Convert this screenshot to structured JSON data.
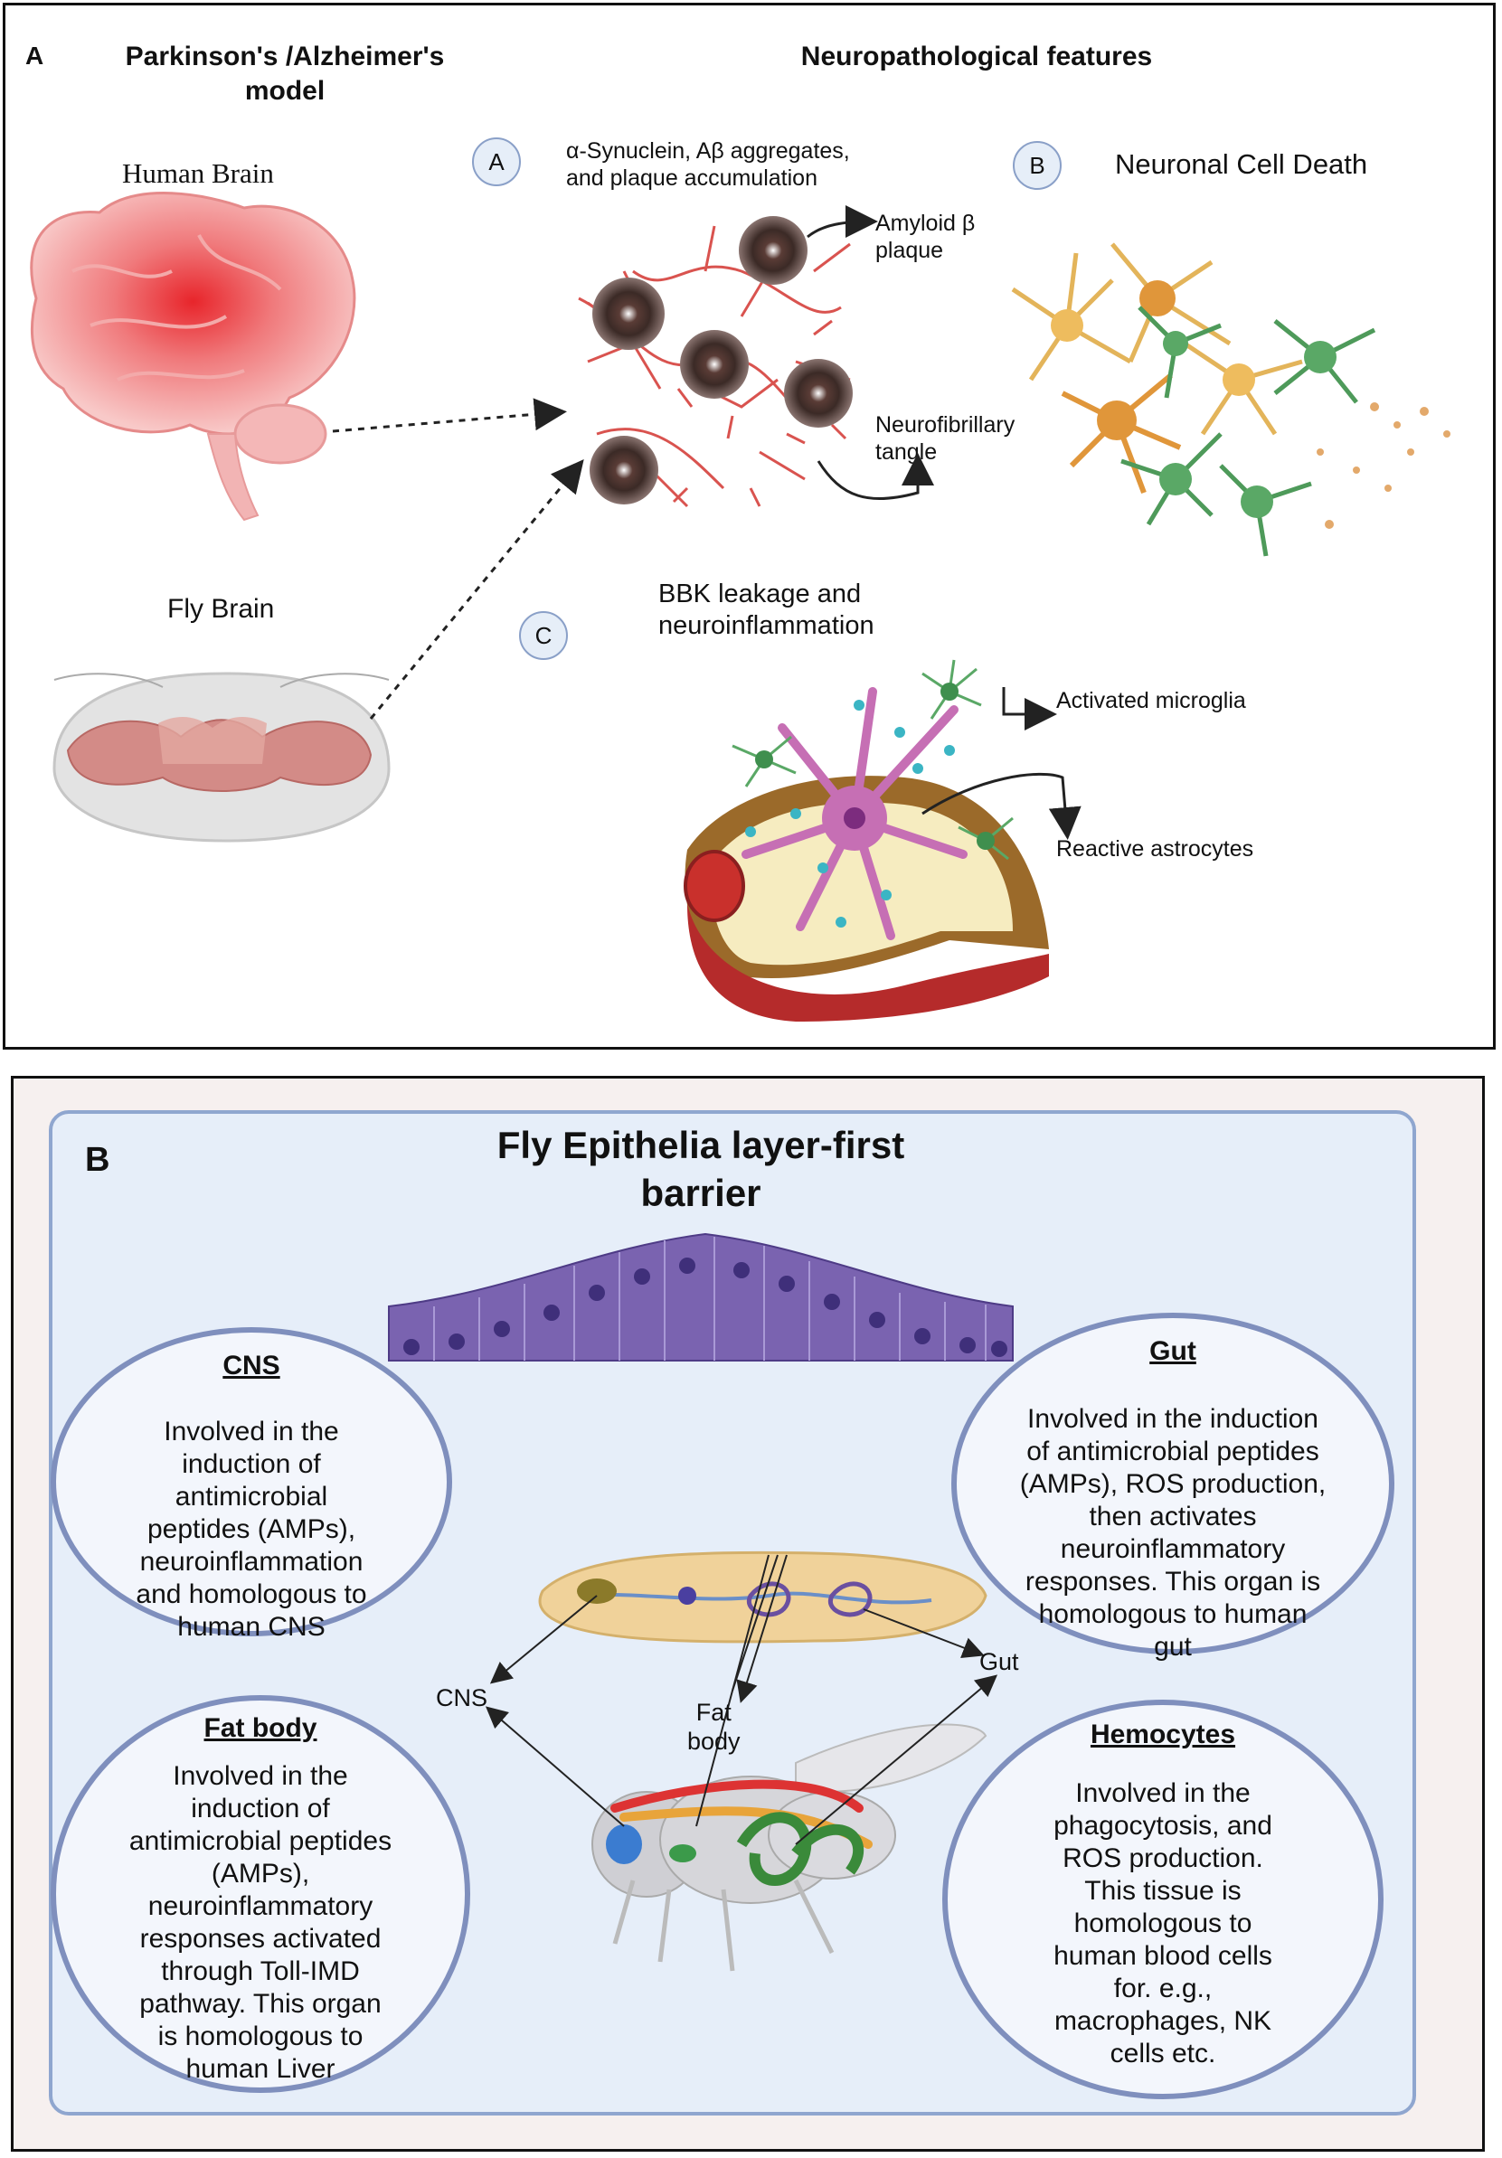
{
  "panel_a": {
    "panel_letter": "A",
    "left_heading": "Parkinson's /Alzheimer's\nmodel",
    "right_heading": "Neuropathological features",
    "human_brain_label": "Human Brain",
    "fly_brain_label": "Fly Brain",
    "feature_a": {
      "badge": "A",
      "text": "α-Synuclein, Aβ aggregates,\nand plaque accumulation"
    },
    "feature_b": {
      "badge": "B",
      "text": "Neuronal Cell Death"
    },
    "feature_c": {
      "badge": "C",
      "text": "BBK leakage and\nneuroinflammation"
    },
    "amyloid_label": "Amyloid β\nplaque",
    "tangle_label": "Neurofibrillary\ntangle",
    "microglia_label": "Activated microglia",
    "astrocytes_label": "Reactive astrocytes"
  },
  "panel_b": {
    "panel_letter": "B",
    "title": "Fly Epithelia layer-first\nbarrier",
    "cns": {
      "title": "CNS",
      "body": "Involved in the\ninduction of\nantimicrobial\npeptides (AMPs),\nneuroinflammation\nand homologous to\nhuman CNS"
    },
    "gut": {
      "title": "Gut",
      "body": "Involved in the induction\nof antimicrobial peptides\n(AMPs), ROS production,\nthen activates\nneuroinflammatory\nresponses. This organ is\nhomologous to human\ngut"
    },
    "fat_body": {
      "title": "Fat body",
      "body": "Involved in the\ninduction of\nantimicrobial peptides\n(AMPs),\nneuroinflammatory\nresponses activated\nthrough Toll-IMD\npathway. This organ\nis homologous to\nhuman Liver"
    },
    "hemocytes": {
      "title": "Hemocytes",
      "body": "Involved in the\nphagocytosis, and\nROS production.\nThis tissue is\nhomologous to\nhuman blood cells\nfor. e.g.,\nmacrophages, NK\ncells etc."
    },
    "diagram_labels": {
      "cns": "CNS",
      "fat_body": "Fat\nbody",
      "gut": "Gut"
    }
  },
  "colors": {
    "border": "#111111",
    "panel_b_bg": "#e6eef9",
    "ellipse_border": "#7f8fbd",
    "brain_red": "#e8454a",
    "neuron_red": "#d9534f",
    "epithelium": "#7a63b0"
  }
}
